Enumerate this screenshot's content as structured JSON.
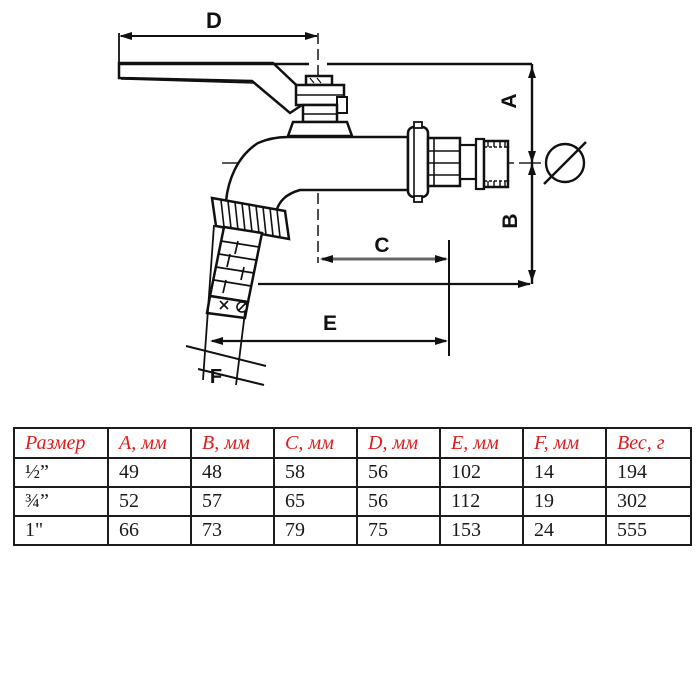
{
  "diagram": {
    "labels": {
      "D": "D",
      "A": "A",
      "B": "B",
      "C": "C",
      "E": "E",
      "F": "F"
    },
    "diameter_symbol": "Ø",
    "line_color": "#111111",
    "dim_line_color": "#555555"
  },
  "table": {
    "header_color": "#e01b1b",
    "headers": [
      "Размер",
      "A, мм",
      "B, мм",
      "C, мм",
      "D, мм",
      "E, мм",
      "F, мм",
      "Вес, г"
    ],
    "rows": [
      [
        "½”",
        "49",
        "48",
        "58",
        "56",
        "102",
        "14",
        "194"
      ],
      [
        "¾”",
        "52",
        "57",
        "65",
        "56",
        "112",
        "19",
        "302"
      ],
      [
        "1\"",
        "66",
        "73",
        "79",
        "75",
        "153",
        "24",
        "555"
      ]
    ]
  }
}
